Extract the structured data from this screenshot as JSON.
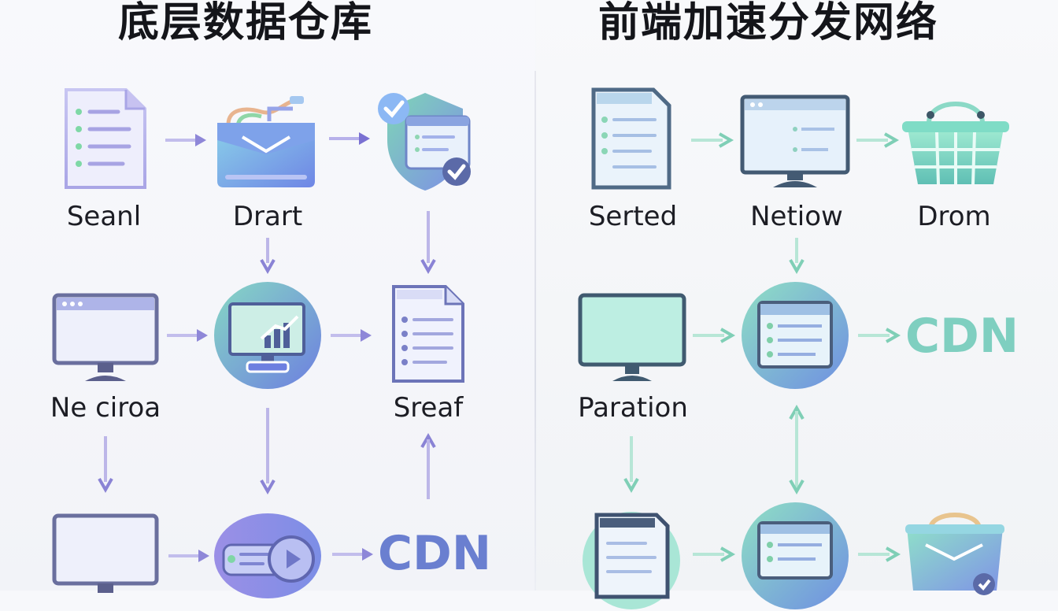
{
  "left": {
    "title": "底层数据仓库",
    "labels": {
      "doc": "Seanl",
      "folder": "Drart",
      "monitor": "Ne ciroa",
      "file": "Sreaf"
    },
    "cdn": "CDN"
  },
  "right": {
    "title": "前端加速分发网络",
    "labels": {
      "doc": "Serted",
      "monitor": "Netiow",
      "basket": "Drom",
      "display": "Paration"
    },
    "cdn": "CDN"
  },
  "colors": {
    "purple": "#8c86d6",
    "blue": "#6f8fe8",
    "teal": "#7fd6bf",
    "cdn_left": "#6a7fd0",
    "cdn_right": "#7fcfc0"
  }
}
